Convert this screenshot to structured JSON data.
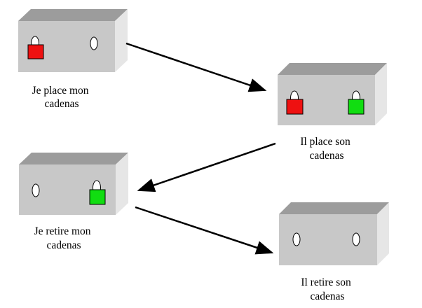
{
  "colors": {
    "box_front": "#c8c8c8",
    "box_top": "#9c9c9c",
    "box_side": "#e6e6e6",
    "lock_red": "#ee1111",
    "lock_green": "#11dd11",
    "keyhole": "#ffffff",
    "arrow": "#000000"
  },
  "steps": [
    {
      "caption_line1": "Je place mon",
      "caption_line2": "cadenas",
      "left_slot": "red-padlock",
      "right_slot": "empty-keyhole"
    },
    {
      "caption_line1": "Il place son",
      "caption_line2": "cadenas",
      "left_slot": "red-padlock",
      "right_slot": "green-padlock"
    },
    {
      "caption_line1": "Je retire mon",
      "caption_line2": "cadenas",
      "left_slot": "empty-keyhole",
      "right_slot": "green-padlock"
    },
    {
      "caption_line1": "Il retire son",
      "caption_line2": "cadenas",
      "left_slot": "empty-keyhole",
      "right_slot": "empty-keyhole"
    }
  ]
}
